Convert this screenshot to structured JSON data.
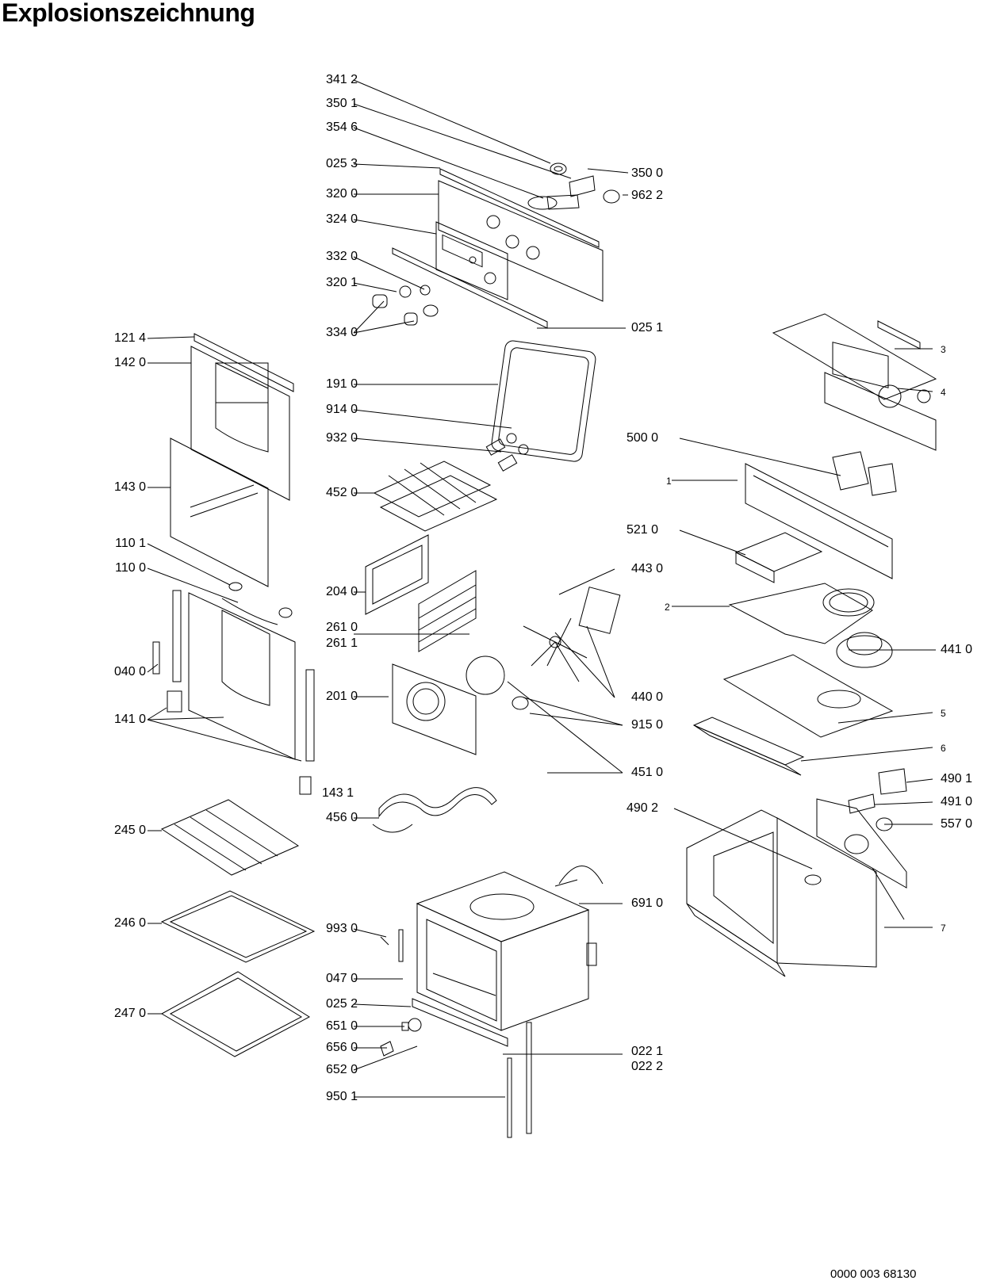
{
  "title": "Explosionszeichnung",
  "document_number": "0000 003 68130",
  "callouts_left": [
    "341 2",
    "350 1",
    "354 6",
    "025 3",
    "320 0",
    "324 0",
    "332 0",
    "320 1",
    "334 0",
    "121 4",
    "142 0",
    "143 0",
    "110 1",
    "110 0",
    "040 0",
    "141 0",
    "191 0",
    "914 0",
    "932 0",
    "452 0",
    "204 0",
    "261 0",
    "261 1",
    "201 0",
    "143 1",
    "456 0",
    "245 0",
    "246 0",
    "247 0",
    "993 0",
    "047 0",
    "025 2",
    "651 0",
    "656 0",
    "652 0",
    "950 1"
  ],
  "callouts_right": [
    "350 0",
    "962 2",
    "025 1",
    "500 0",
    "1",
    "521 0",
    "443 0",
    "2",
    "441 0",
    "440 0",
    "915 0",
    "5",
    "451 0",
    "6",
    "3",
    "4",
    "490 1",
    "491 0",
    "557 0",
    "490 2",
    "7",
    "691 0",
    "022 1",
    "022 2"
  ]
}
